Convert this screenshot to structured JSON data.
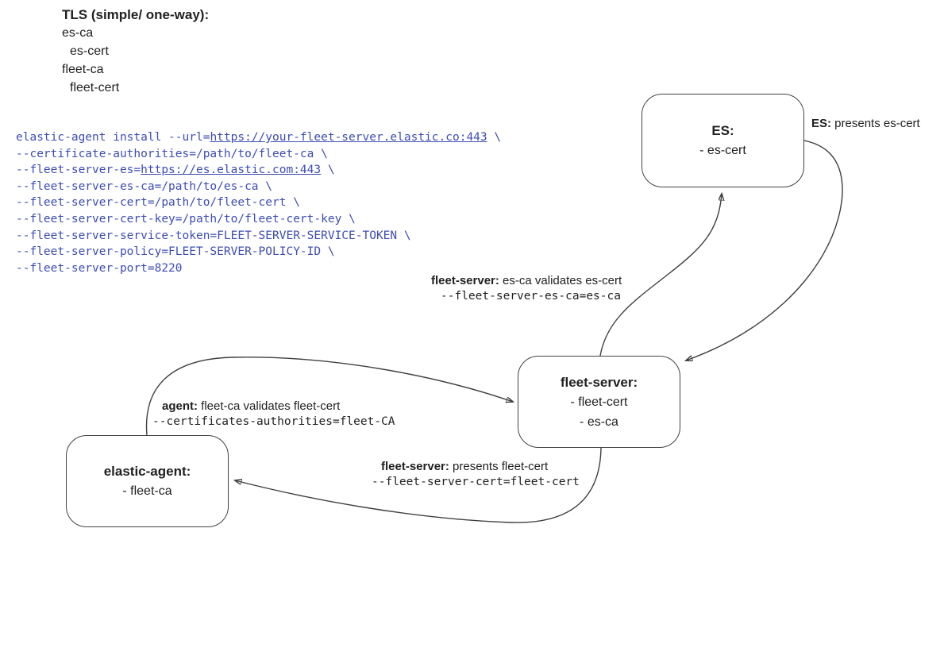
{
  "header": {
    "title": "TLS (simple/ one-way):",
    "lines": [
      "es-ca",
      "es-cert",
      "fleet-ca",
      "fleet-cert"
    ]
  },
  "code": {
    "lines": [
      {
        "pre": "elastic-agent install --url=",
        "link": "https://your-fleet-server.elastic.co:443",
        "post": " \\"
      },
      {
        "pre": "--certificate-authorities=/path/to/fleet-ca \\"
      },
      {
        "pre": "--fleet-server-es=",
        "link": "https://es.elastic.com:443",
        "post": " \\"
      },
      {
        "pre": "--fleet-server-es-ca=/path/to/es-ca \\"
      },
      {
        "pre": "--fleet-server-cert=/path/to/fleet-cert \\"
      },
      {
        "pre": "--fleet-server-cert-key=/path/to/fleet-cert-key \\"
      },
      {
        "pre": "--fleet-server-service-token=FLEET-SERVER-SERVICE-TOKEN \\"
      },
      {
        "pre": "--fleet-server-policy=FLEET-SERVER-POLICY-ID \\"
      },
      {
        "pre": "--fleet-server-port=8220"
      }
    ]
  },
  "nodes": {
    "es": {
      "title": "ES:",
      "lines": [
        "- es-cert"
      ]
    },
    "fleet": {
      "title": "fleet-server:",
      "lines": [
        "- fleet-cert",
        "- es-ca"
      ]
    },
    "agent": {
      "title": "elastic-agent:",
      "lines": [
        "- fleet-ca"
      ]
    }
  },
  "labels": {
    "es_presents": {
      "bold": "ES:",
      "text": " presents es-cert"
    },
    "fleet_validates": {
      "bold": "fleet-server:",
      "text": " es-ca validates es-cert",
      "code": "--fleet-server-es-ca=es-ca"
    },
    "agent_validates": {
      "bold": "agent:",
      "text": " fleet-ca validates fleet-cert",
      "code": "--certificates-authorities=fleet-CA"
    },
    "fleet_presents": {
      "bold": "fleet-server:",
      "text": " presents fleet-cert",
      "code": "--fleet-server-cert=fleet-cert"
    }
  },
  "colors": {
    "code_blue": "#3d4cb5",
    "ink": "#212121",
    "wire": "#3f3f3f",
    "node_border": "#424242",
    "background": "#ffffff"
  }
}
